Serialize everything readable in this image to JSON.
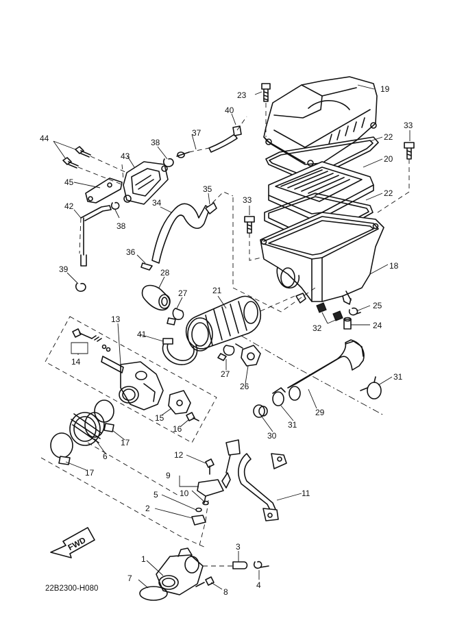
{
  "diagram": {
    "drawing_code": "22B2300-H080",
    "direction_label": "FWD",
    "callouts": [
      "1",
      "2",
      "3",
      "4",
      "5",
      "6",
      "7",
      "8",
      "9",
      "10",
      "11",
      "12",
      "13",
      "14",
      "15",
      "16",
      "17",
      "18",
      "19",
      "20",
      "21",
      "22",
      "23",
      "24",
      "25",
      "26",
      "27",
      "28",
      "29",
      "30",
      "31",
      "32",
      "33",
      "34",
      "35",
      "36",
      "37",
      "38",
      "39",
      "40",
      "41",
      "42",
      "43",
      "44",
      "45"
    ],
    "callout_placements": [
      "19",
      "23",
      "40",
      "33",
      "22",
      "20",
      "44",
      "43",
      "37",
      "38",
      "45",
      "35",
      "22",
      "42",
      "34",
      "38",
      "33",
      "39",
      "36",
      "18",
      "28",
      "27",
      "21",
      "25",
      "32",
      "24",
      "13",
      "41",
      "14",
      "27",
      "26",
      "31",
      "29",
      "15",
      "16",
      "17",
      "31",
      "30",
      "6",
      "17",
      "12",
      "9",
      "11",
      "10",
      "5",
      "2",
      "3",
      "1",
      "4",
      "7",
      "8"
    ]
  }
}
